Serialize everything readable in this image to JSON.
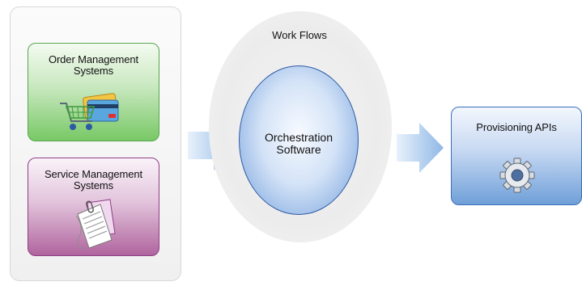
{
  "left_group": {
    "order_box": {
      "label_line1": "Order Management",
      "label_line2": "Systems",
      "icon": "shopping-cart-credit-card-icon"
    },
    "service_box": {
      "label_line1": "Service Management",
      "label_line2": "Systems",
      "icon": "document-clipboard-icon"
    }
  },
  "workflow": {
    "title": "Work Flows",
    "core_line1": "Orchestration",
    "core_line2": "Software"
  },
  "provisioning_box": {
    "label": "Provisioning APIs",
    "icon": "gear-icon"
  },
  "colors": {
    "order_green": "#78c865",
    "service_purple": "#b0649e",
    "provisioning_blue": "#6f9fd8",
    "arrow_blue": "#a9cbee"
  }
}
